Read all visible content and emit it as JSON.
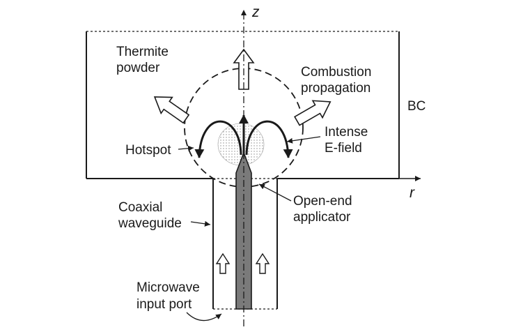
{
  "axes": {
    "z_label": "z",
    "r_label": "r"
  },
  "labels": {
    "thermite_line1": "Thermite",
    "thermite_line2": "powder",
    "combustion_line1": "Combustion",
    "combustion_line2": "propagation",
    "bc": "BC",
    "intense_line1": "Intense",
    "intense_line2": "E-field",
    "hotspot": "Hotspot",
    "open_end_line1": "Open-end",
    "open_end_line2": "applicator",
    "coaxial_line1": "Coaxial",
    "coaxial_line2": "waveguide",
    "microwave_line1": "Microwave",
    "microwave_line2": "input port"
  },
  "colors": {
    "line": "#1a1a1a",
    "center_conductor": "#7a7a7a",
    "hotspot_fill": "#d6d6d6",
    "hollow_arrow_fill": "#ffffff"
  }
}
